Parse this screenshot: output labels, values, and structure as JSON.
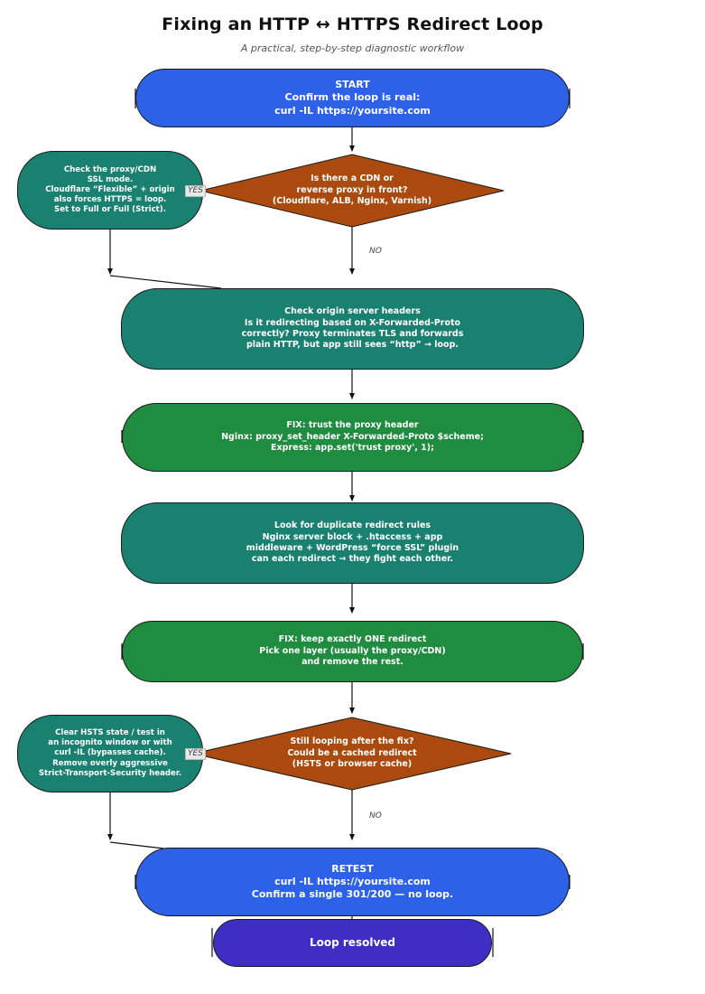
{
  "header": {
    "title": "Fixing an HTTP ↔ HTTPS Redirect Loop",
    "subtitle": "A practical, step-by-step diagnostic workflow"
  },
  "colors": {
    "blue": "#2d61e8",
    "teal": "#1a8070",
    "green": "#1f8c3f",
    "orange": "#aa4a0e",
    "purple": "#3e2ec4"
  },
  "nodes": {
    "start": "START\nConfirm the loop is real:\ncurl -IL https://yoursite.com",
    "cdn_question": "Is there a CDN or\nreverse proxy in front?\n(Cloudflare, ALB, Nginx, Varnish)",
    "proxy_ssl": "Check the proxy/CDN\nSSL mode.\nCloudflare “Flexible” + origin\nalso forces HTTPS = loop.\nSet to Full or Full (Strict).",
    "origin_headers": "Check origin server headers\nIs it redirecting based on X-Forwarded-Proto\ncorrectly? Proxy terminates TLS and forwards\nplain HTTP, but app still sees “http” → loop.",
    "fix_trust": "FIX: trust the proxy header\nNginx: proxy_set_header X-Forwarded-Proto $scheme;\nExpress: app.set('trust proxy', 1);",
    "duplicate_rules": "Look for duplicate redirect rules\nNginx server block + .htaccess + app\nmiddleware + WordPress “force SSL” plugin\ncan each redirect → they fight each other.",
    "fix_one": "FIX: keep exactly ONE redirect\nPick one layer (usually the proxy/CDN)\nand remove the rest.",
    "still_looping": "Still looping after the fix?\nCould be a cached redirect\n(HSTS or browser cache)",
    "hsts_clear": "Clear HSTS state / test in\nan incognito window or with\ncurl -IL (bypasses cache).\nRemove overly aggressive\nStrict-Transport-Security header.",
    "retest": "RETEST\ncurl -IL https://yoursite.com\nConfirm a single 301/200 — no loop.",
    "resolved": "Loop resolved"
  },
  "edge_labels": {
    "yes": "YES",
    "no": "NO"
  }
}
